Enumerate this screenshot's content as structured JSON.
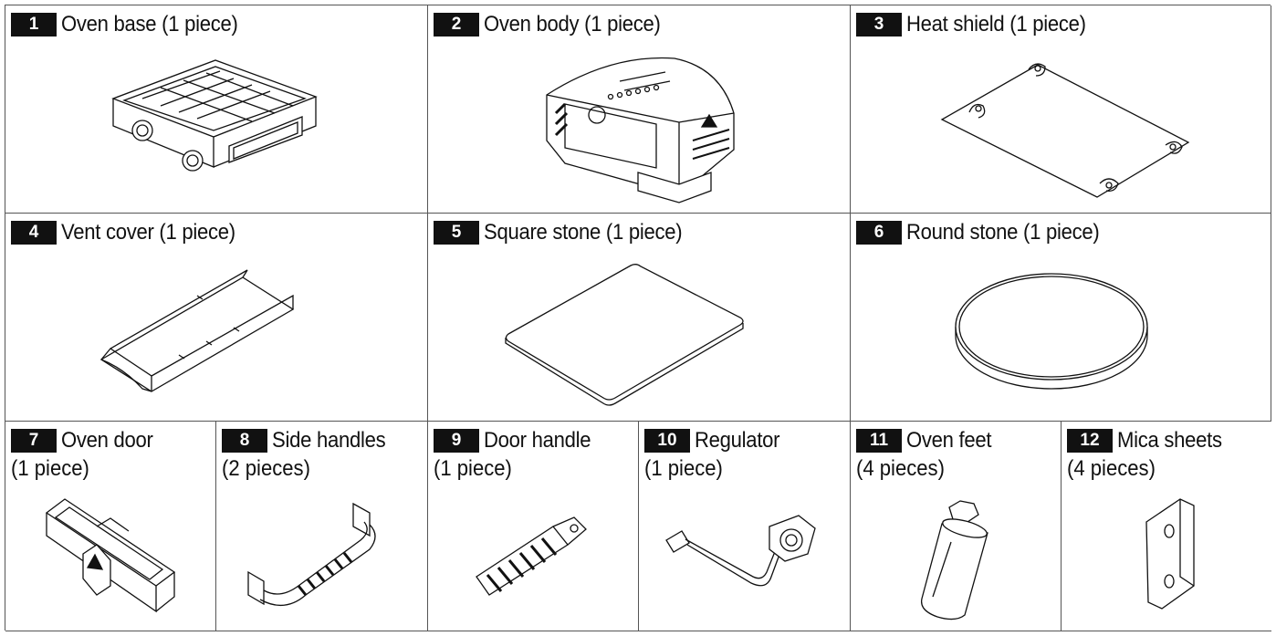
{
  "items": [
    {
      "number": "1",
      "title": "Oven base (1 piece)",
      "icon": "oven-base-illustration"
    },
    {
      "number": "2",
      "title": "Oven body (1 piece)",
      "icon": "oven-body-illustration"
    },
    {
      "number": "3",
      "title": "Heat shield (1 piece)",
      "icon": "heat-shield-illustration"
    },
    {
      "number": "4",
      "title": "Vent cover (1 piece)",
      "icon": "vent-cover-illustration"
    },
    {
      "number": "5",
      "title": "Square stone (1 piece)",
      "icon": "square-stone-illustration"
    },
    {
      "number": "6",
      "title": "Round stone (1 piece)",
      "icon": "round-stone-illustration"
    },
    {
      "number": "7",
      "title": "Oven door",
      "quantity": "(1 piece)",
      "icon": "oven-door-illustration"
    },
    {
      "number": "8",
      "title": "Side handles",
      "quantity": "(2 pieces)",
      "icon": "side-handle-illustration"
    },
    {
      "number": "9",
      "title": "Door handle",
      "quantity": "(1 piece)",
      "icon": "door-handle-illustration"
    },
    {
      "number": "10",
      "title": "Regulator",
      "quantity": "(1 piece)",
      "icon": "regulator-illustration"
    },
    {
      "number": "11",
      "title": "Oven feet",
      "quantity": "(4 pieces)",
      "icon": "oven-foot-illustration"
    },
    {
      "number": "12",
      "title": "Mica sheets",
      "quantity": "(4 pieces)",
      "icon": "mica-sheet-illustration"
    }
  ]
}
